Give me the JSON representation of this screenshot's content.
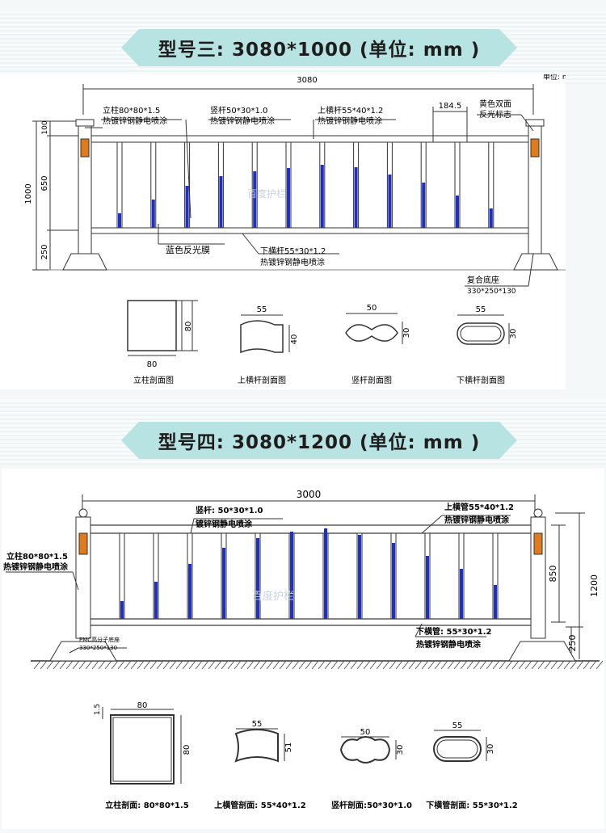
{
  "section3": {
    "title": "型号三:  3080*1000   (单位: mm )",
    "unit_note": "单位: mm",
    "overall_width": "3080",
    "dim_height_total": "1000",
    "dim_top": "100",
    "dim_mid": "650",
    "dim_bottom": "250",
    "dim_spacing": "184.5",
    "callouts": {
      "post": "立柱80*80*1.5",
      "post_coating": "热镀锌钢静电喷涂",
      "vertical_bar": "竖杆50*30*1.0",
      "vertical_bar_coating": "热镀锌钢静电喷涂",
      "top_rail": "上横杆55*40*1.2",
      "top_rail_coating": "热镀锌钢静电喷涂",
      "reflector_1": "黄色双面",
      "reflector_2": "反光标志",
      "blue_film": "蓝色反光膜",
      "bottom_rail": "下横杆55*30*1.2",
      "bottom_rail_coating": "热镀锌钢静电喷涂",
      "base": "复合底座",
      "base_size": "330*250*130"
    },
    "watermark": "百度护栏",
    "sections": [
      {
        "caption": "立柱剖面图",
        "w": "80",
        "h": "80"
      },
      {
        "caption": "上横杆剖面图",
        "w": "55",
        "h": "40"
      },
      {
        "caption": "竖杆剖面图",
        "w": "50",
        "h": "30"
      },
      {
        "caption": "下横杆剖面图",
        "w": "55",
        "h": "30"
      }
    ]
  },
  "section4": {
    "title": "型号四:  3080*1200   (单位: mm )",
    "overall_width": "3000",
    "dim_height_total": "1200",
    "dim_mid": "850",
    "dim_bottom": "250",
    "callouts": {
      "vertical_bar": "竖杆: 50*30*1.0",
      "vertical_bar_coating": "镀锌钢静电喷涂",
      "top_rail": "上横管55*40*1.2",
      "top_rail_coating": "热镀锌钢静电喷涂",
      "post": "立柱80*80*1.5",
      "post_coating": "热镀锌钢静电喷涂",
      "base": "PMC高分子底座",
      "base_size": "330*250*130",
      "bottom_rail": "下横管: 55*30*1.2",
      "bottom_rail_coating": "热镀锌钢静电喷涂"
    },
    "watermark": "百度护栏",
    "sections": [
      {
        "caption": "立柱剖面: 80*80*1.5",
        "w": "80",
        "h": "80",
        "t": "1.5"
      },
      {
        "caption": "上横管剖面: 55*40*1.2",
        "w": "55",
        "h": "51"
      },
      {
        "caption": "竖杆剖面:50*30*1.0",
        "w": "50",
        "h": "30"
      },
      {
        "caption": "下横管剖面: 55*30*1.2",
        "w": "55",
        "h": "30"
      }
    ]
  },
  "colors": {
    "banner": "#b7e3e2",
    "blue_film": "#1e2fc8",
    "reflector": "#e07a1a",
    "line": "#333333"
  }
}
